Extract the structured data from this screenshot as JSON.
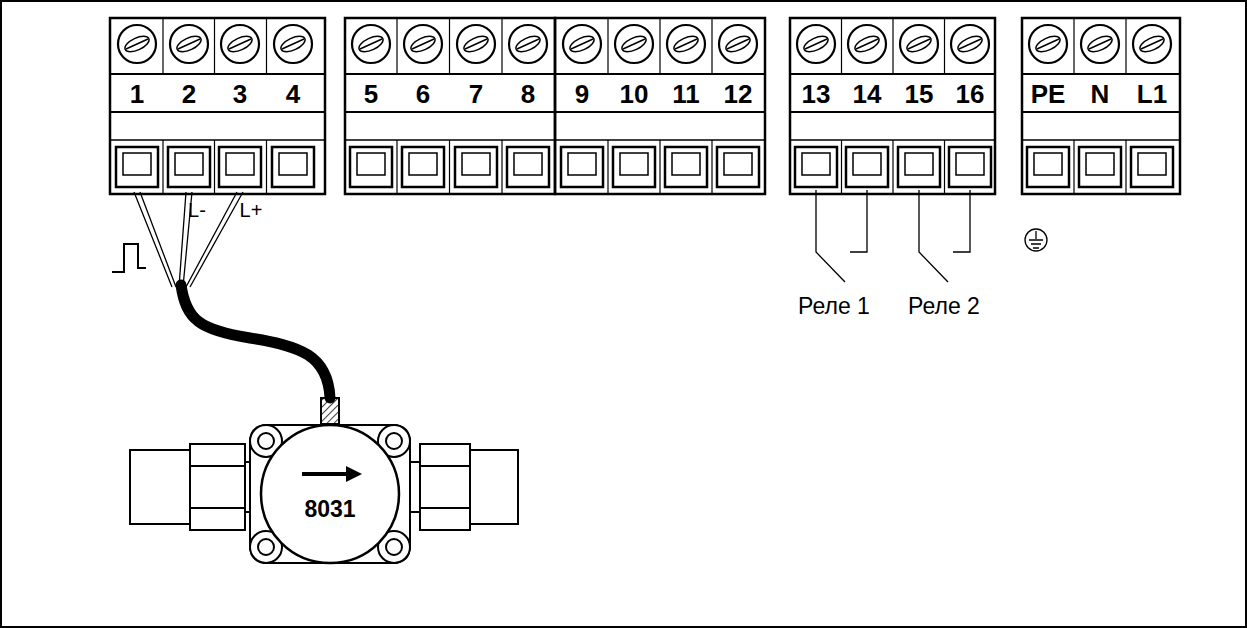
{
  "diagram": {
    "nodes": [
      {
        "text": [
          "8031"
        ]
      }
    ],
    "labels": [
      "1",
      "2",
      "3",
      "4",
      "5",
      "6",
      "7",
      "8",
      "9",
      "10",
      "11",
      "12",
      "13",
      "14",
      "15",
      "16",
      "PE",
      "N",
      "L1",
      "L-",
      "L+",
      "Реле 1",
      "Реле 2"
    ]
  }
}
